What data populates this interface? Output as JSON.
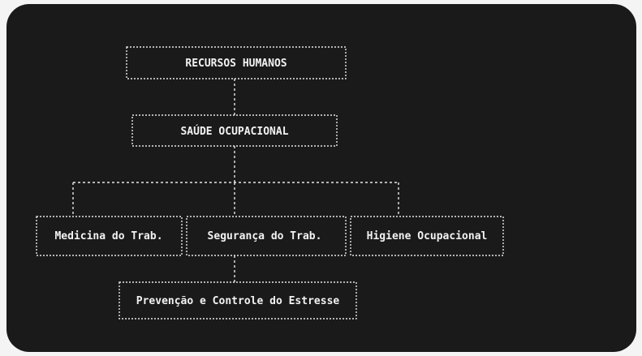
{
  "diagram": {
    "nodes": [
      {
        "id": "rh",
        "label": "RECURSOS HUMANOS"
      },
      {
        "id": "so",
        "label": "SAÚDE OCUPACIONAL"
      },
      {
        "id": "mt",
        "label": "Medicina do Trab."
      },
      {
        "id": "st",
        "label": "Segurança do Trab."
      },
      {
        "id": "ho",
        "label": "Higiene Ocupacional"
      },
      {
        "id": "pc",
        "label": "Prevenção e Controle do Estresse"
      }
    ],
    "edges": [
      {
        "from": "rh",
        "to": "so"
      },
      {
        "from": "so",
        "to": "mt"
      },
      {
        "from": "so",
        "to": "st"
      },
      {
        "from": "so",
        "to": "ho"
      },
      {
        "from": "st",
        "to": "pc"
      }
    ]
  },
  "colors": {
    "background": "#1a1a1a",
    "page": "#f4f4f4",
    "line": "#e8e8e8",
    "text": "#f2f2f2"
  }
}
